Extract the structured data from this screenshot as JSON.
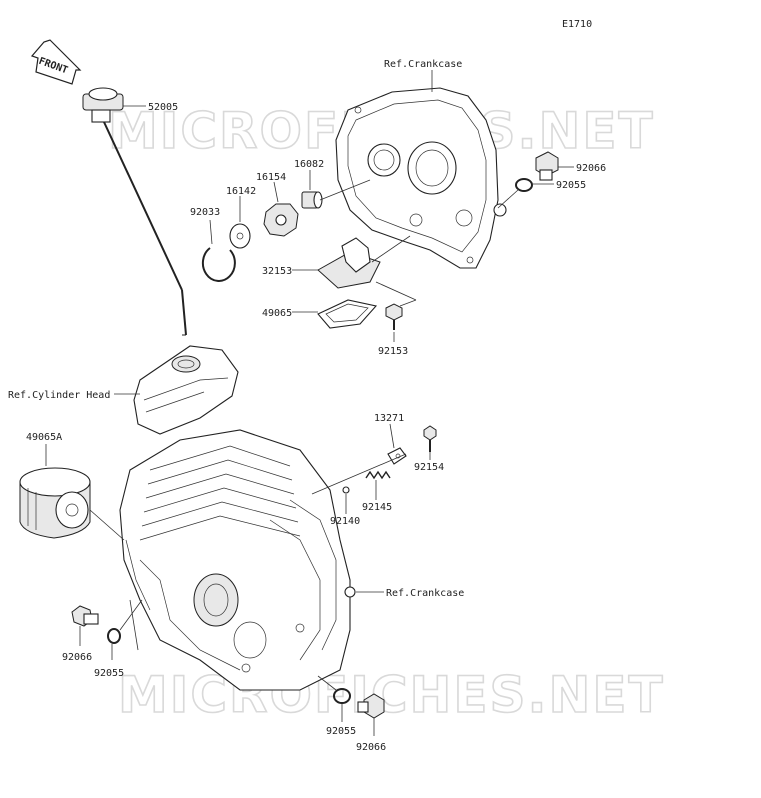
{
  "diagram_code": "E1710",
  "front_marker": "FRONT",
  "watermark": "MICROFICHES.NET",
  "references": {
    "crankcase_top": "Ref.Crankcase",
    "cylinder_head": "Ref.Cylinder Head",
    "crankcase_bottom": "Ref.Crankcase"
  },
  "parts": {
    "dipstick": "52005",
    "drain_plug_top": "92066",
    "oring_top": "92055",
    "collar": "16082",
    "rotor": "16154",
    "washer": "16142",
    "circlip": "92033",
    "screen_cover": "32153",
    "gasket": "49065",
    "bolt_screen": "92153",
    "oil_filter": "49065A",
    "plate": "13271",
    "bolt_plate": "92154",
    "spring": "92145",
    "ball": "92140",
    "drain_plug_left": "92066",
    "oring_left": "92055",
    "oring_bottom": "92055",
    "drain_plug_bottom": "92066"
  }
}
